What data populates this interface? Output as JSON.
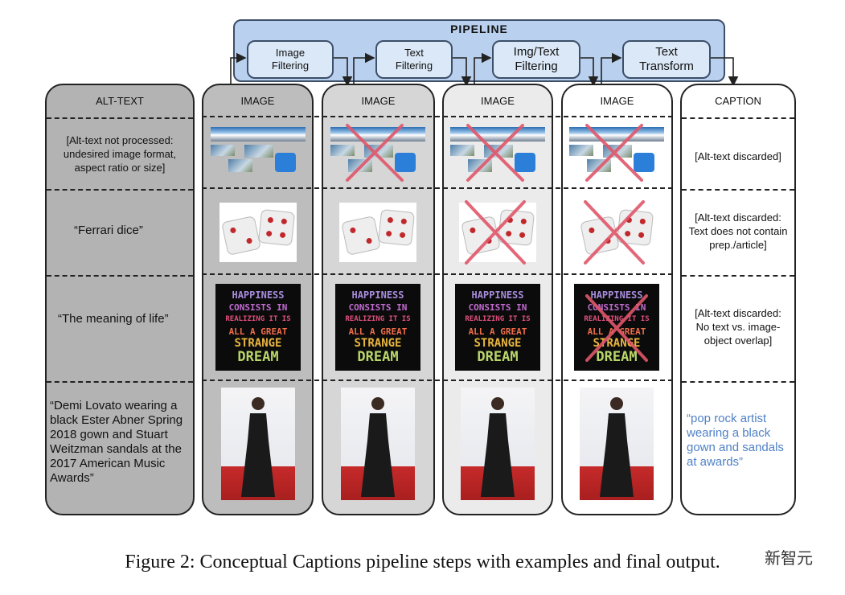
{
  "pipeline": {
    "title": "PIPELINE",
    "steps": [
      {
        "label_1": "Image",
        "label_2": "Filtering"
      },
      {
        "label_1": "Text",
        "label_2": "Filtering"
      },
      {
        "label_1": "Img/Text",
        "label_2": "Filtering"
      },
      {
        "label_1": "Text",
        "label_2": "Transform"
      }
    ]
  },
  "columns": {
    "alt_text_header": "ALT-TEXT",
    "image_header": "IMAGE",
    "caption_header": "CAPTION"
  },
  "rows": [
    {
      "alt_text": "[Alt-text not processed: undesired image format, aspect ratio or size]",
      "caption": "[Alt-text discarded]"
    },
    {
      "alt_text": "“Ferrari dice”",
      "caption": "[Alt-text discarded: Text does not contain prep./article]"
    },
    {
      "alt_text": "“The meaning of life”",
      "caption": "[Alt-text discarded: No text vs. image-object overlap]",
      "poster_lines": [
        "HAPPINESS",
        "CONSISTS IN",
        "REALIZING IT IS",
        "ALL A GREAT",
        "STRANGE",
        "DREAM"
      ]
    },
    {
      "alt_text": "“Demi Lovato wearing a black Ester Abner Spring 2018 gown and Stuart Weitzman sandals at the 2017 American Music Awards”",
      "caption": "“pop rock artist wearing a black gown and sandals at awards”"
    }
  ],
  "figure_caption": "Figure 2: Conceptual Captions pipeline steps with examples and final output.",
  "watermark": "新智元",
  "colors": {
    "pipeline_fill": "#b9d0ee",
    "step_fill": "#dbe8f7",
    "cross": "#e0576a",
    "final_caption": "#4f81c6"
  }
}
